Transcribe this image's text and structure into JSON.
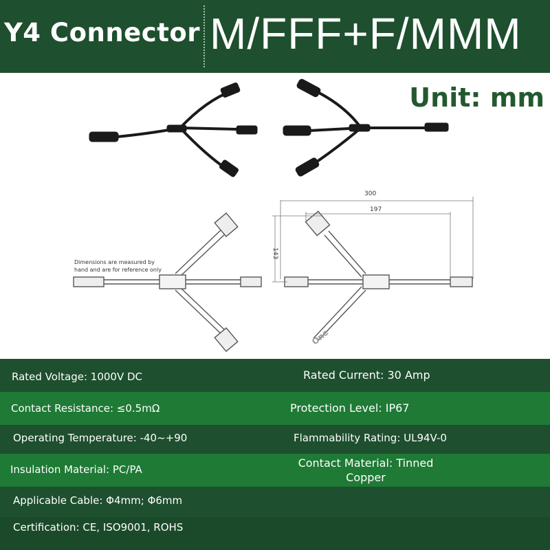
{
  "header": {
    "title_left": "Y4 Connector",
    "title_right": "M/FFF+F/MMM"
  },
  "unit_label": "Unit: mm",
  "drawing": {
    "note_line1": "Dimensions are measured by",
    "note_line2": "hand and are for reference only",
    "dim_total": "300",
    "dim_branch": "197",
    "dim_height": "143",
    "watermark": "One"
  },
  "specs": [
    {
      "left": "Rated Voltage: 1000V DC",
      "right": "Rated Current: 30 Amp"
    },
    {
      "left": "Contact Resistance: ≤0.5mΩ",
      "right": "Protection Level: IP67"
    },
    {
      "left": "Operating Temperature: -40~+90",
      "right": "Flammability Rating: UL94V-0"
    },
    {
      "left": "Insulation Material: PC/PA",
      "right": "Contact Material: Tinned Copper"
    },
    {
      "left": "Applicable Cable: Φ4mm; Φ6mm",
      "right": ""
    },
    {
      "left": "Certification: CE, ISO9001, ROHS",
      "right": ""
    }
  ],
  "colors": {
    "header_bg": "#1e4f2e",
    "row_dark": "#1e4f2e",
    "row_bright": "#1e7a34",
    "unit_text": "#24592f"
  }
}
